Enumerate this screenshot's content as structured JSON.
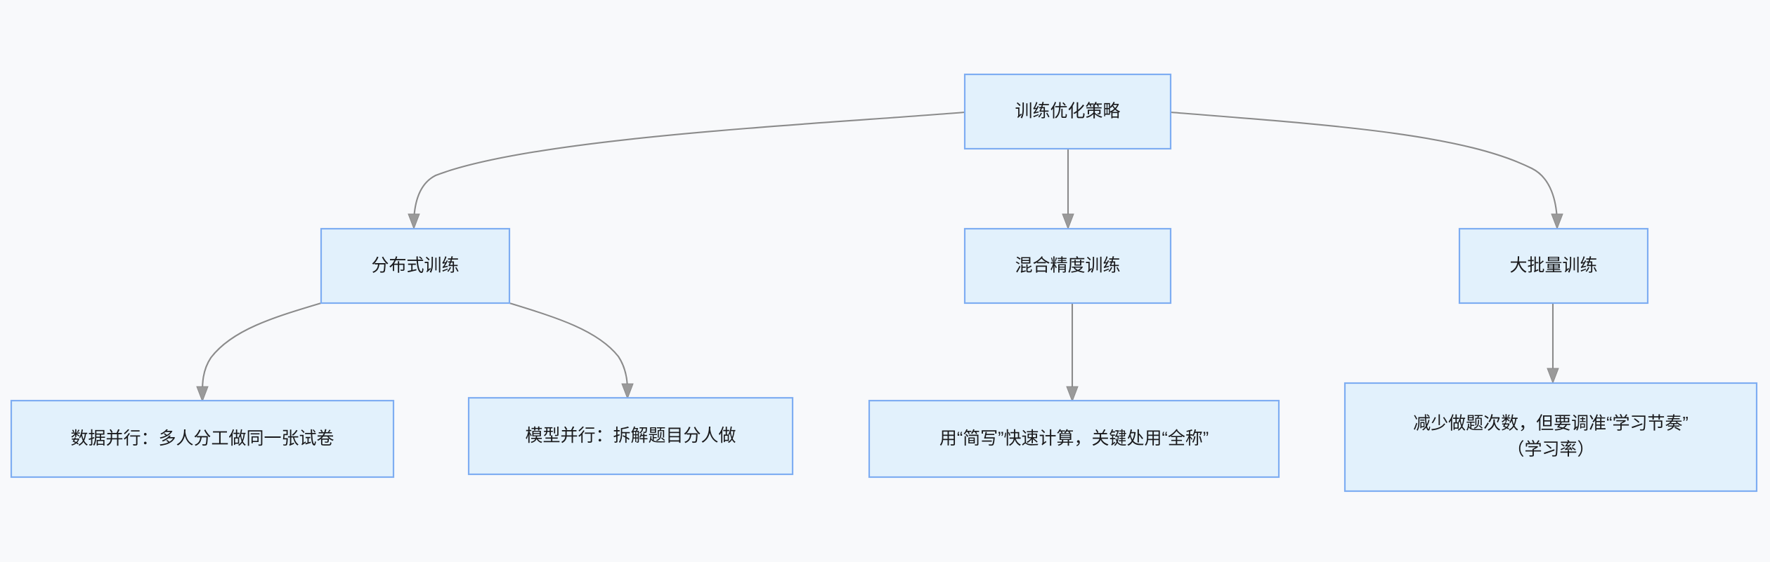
{
  "diagram": {
    "type": "flowchart",
    "orientation": "top-down",
    "background_color": "#f8f9fb",
    "node_fill_color": "#e2f1fc",
    "node_border_color": "#7eadf2",
    "edge_color": "#8b8b8b",
    "text_color": "#1b1b1d",
    "root": {
      "id": "root",
      "label": "训练优化策略"
    },
    "branches": [
      {
        "id": "branch-distributed",
        "label": "分布式训练",
        "children": [
          {
            "id": "leaf-data-parallel",
            "label": "数据并行：多人分工做同一张试卷"
          },
          {
            "id": "leaf-model-parallel",
            "label": "模型并行：拆解题目分人做"
          }
        ]
      },
      {
        "id": "branch-mixed-precision",
        "label": "混合精度训练",
        "children": [
          {
            "id": "leaf-mixed-precision-detail",
            "label": "用“简写”快速计算，关键处用“全称”"
          }
        ]
      },
      {
        "id": "branch-large-batch",
        "label": "大批量训练",
        "children": [
          {
            "id": "leaf-large-batch-detail",
            "label_line1": "减少做题次数，但要调准“学习节奏”",
            "label_line2": "（学习率）"
          }
        ]
      }
    ]
  }
}
